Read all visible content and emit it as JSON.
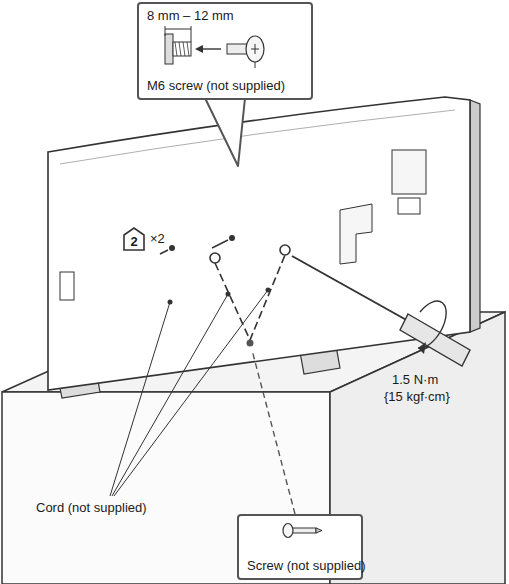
{
  "diagram": {
    "nodes": [
      {
        "text": [
          "8 mm – 12 mm",
          "M6 screw (not supplied)"
        ]
      },
      {
        "text": [
          "2"
        ]
      },
      {
        "text": [
          "Screw (not supplied)"
        ]
      }
    ],
    "labels": [
      "×2",
      "Cord (not supplied)",
      "1.5 N·m",
      "{15 kgf·cm}"
    ]
  }
}
